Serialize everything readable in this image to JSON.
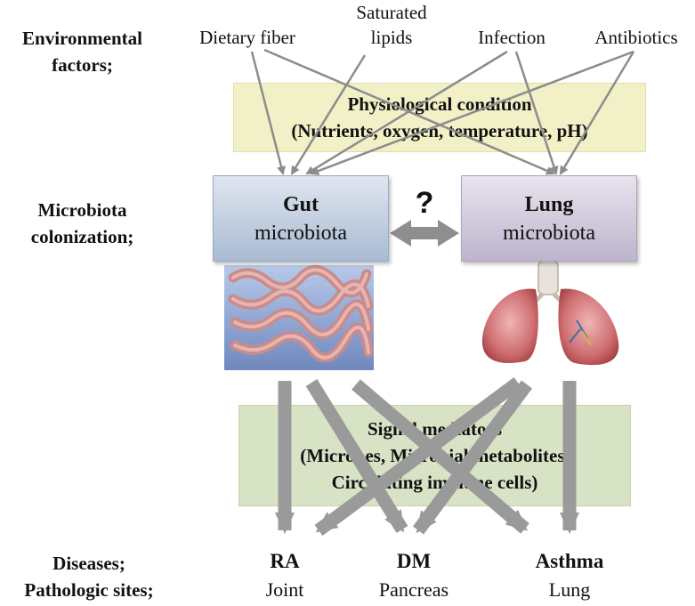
{
  "row_labels": {
    "environmental": [
      "Environmental",
      "factors;"
    ],
    "microbiota": [
      "Microbiota",
      "colonization;"
    ],
    "diseases": "Diseases;",
    "sites": "Pathologic sites;"
  },
  "factors": {
    "dietary_fiber": "Dietary fiber",
    "saturated_lipids": [
      "Saturated",
      "lipids"
    ],
    "infection": "Infection",
    "antibiotics": "Antibiotics"
  },
  "physiological": {
    "title": "Physiological condition",
    "detail": "(Nutrients, oxygen, temperature, pH)"
  },
  "gut": {
    "title": "Gut",
    "subtitle": "microbiota"
  },
  "lung": {
    "title": "Lung",
    "subtitle": "microbiota"
  },
  "question_mark": "?",
  "signal": {
    "title": "Signal mediators",
    "line2": "(Microbes, Microbial metabolites,",
    "line3": "Circulating immune cells)"
  },
  "diseases": [
    {
      "name": "RA",
      "site": "Joint"
    },
    {
      "name": "DM",
      "site": "Pancreas"
    },
    {
      "name": "Asthma",
      "site": "Lung"
    }
  ],
  "colors": {
    "arrow": "#9a9a9a",
    "physiological_box": "#f2f0c6",
    "signal_box": "#d8e3c6",
    "gut_box": "#a9bbd2",
    "lung_box": "#beb4cc"
  }
}
